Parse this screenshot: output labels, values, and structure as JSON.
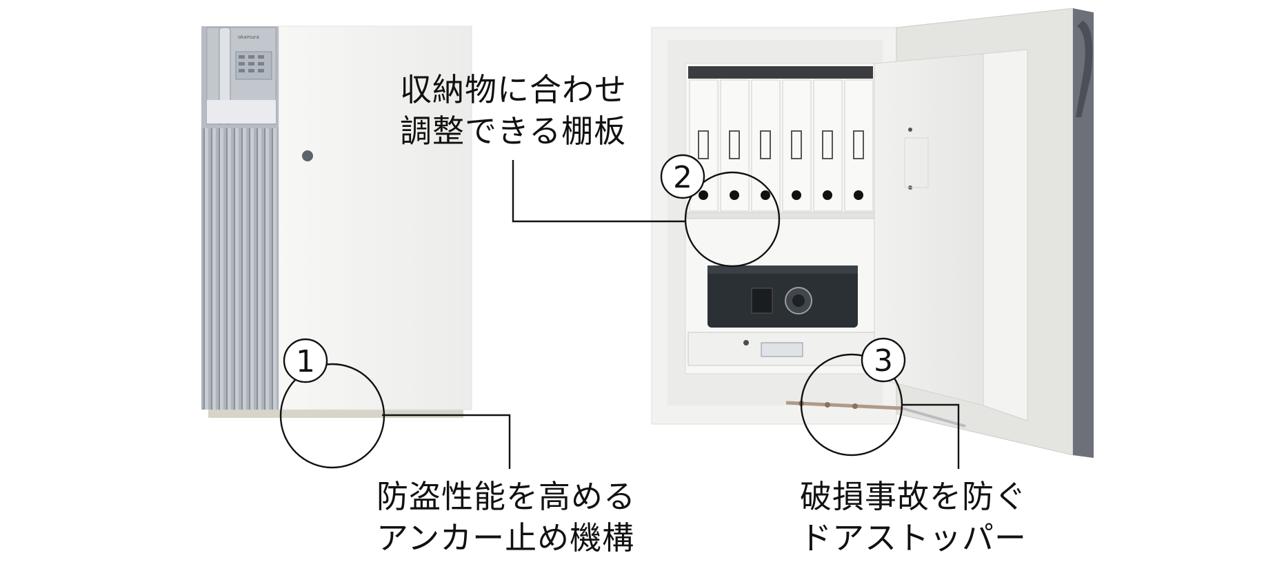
{
  "callouts": [
    {
      "number": "1",
      "lines": [
        "防盗性能を高める",
        "アンカー止め機構"
      ]
    },
    {
      "number": "2",
      "lines": [
        "収納物に合わせ",
        "調整できる棚板"
      ]
    },
    {
      "number": "3",
      "lines": [
        "破損事故を防ぐ",
        "ドアストッパー"
      ]
    }
  ],
  "colors": {
    "safe_body": "#f4f4f2",
    "side_panel": "#a9afb8",
    "line": "#111111",
    "interior": "#f7f7f6",
    "frame": "#6d7079",
    "inner_box": "#2b3035"
  },
  "icons": [
    "keypad-icon",
    "keyhole-icon",
    "dial-lock-icon"
  ]
}
